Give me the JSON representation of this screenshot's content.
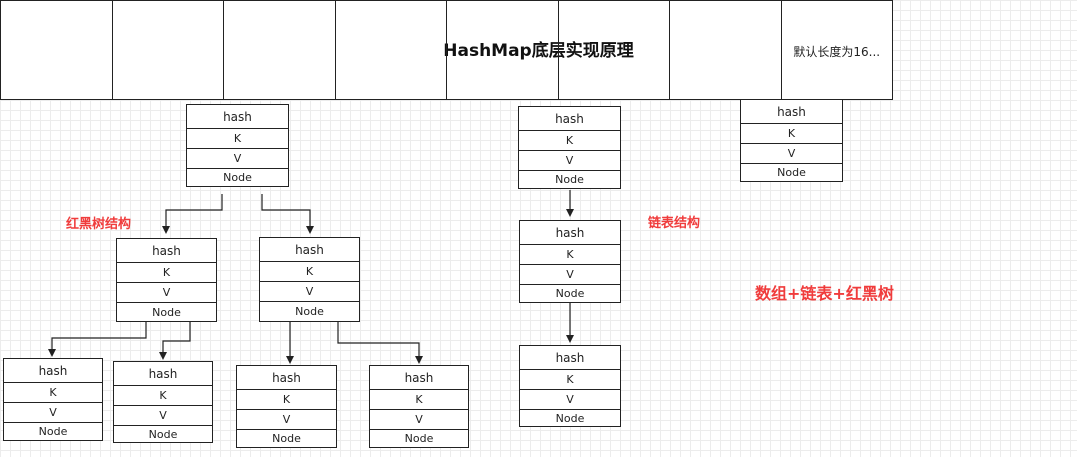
{
  "title": "HashMap底层实现原理",
  "array": {
    "slot_labels": [
      "",
      "",
      "",
      "",
      "",
      "",
      "",
      "默认长度为16..."
    ]
  },
  "node": {
    "hash": "hash",
    "k": "K",
    "v": "V",
    "next": "Node"
  },
  "annotations": {
    "red_black_tree": "红黑树结构",
    "linked_list": "链表结构",
    "summary": "数组+链表+红黑树"
  },
  "colors": {
    "annotation": "#f03c3c",
    "line": "#222222",
    "grid": "#ececec"
  }
}
